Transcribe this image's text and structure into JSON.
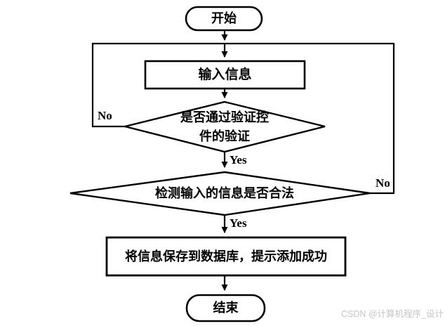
{
  "flowchart": {
    "nodes": {
      "start": {
        "type": "terminator",
        "label": "开始"
      },
      "input": {
        "type": "process",
        "label": "输入信息"
      },
      "validate": {
        "type": "decision",
        "label": "是否通过验证控\n件的验证"
      },
      "check": {
        "type": "decision",
        "label": "检测输入的信息是否合法"
      },
      "save": {
        "type": "process",
        "label": "将信息保存到数据库，提示添加成功"
      },
      "end": {
        "type": "terminator",
        "label": "结束"
      }
    },
    "edge_labels": {
      "validate_no": "No",
      "validate_yes": "Yes",
      "check_no": "No",
      "check_yes": "Yes"
    },
    "colors": {
      "line": "#000000",
      "shape_fill": "#ffffff",
      "text": "#000000"
    }
  },
  "watermark": {
    "text": "CSDN @计算机程序_设计",
    "color": "#c6c6c6"
  }
}
